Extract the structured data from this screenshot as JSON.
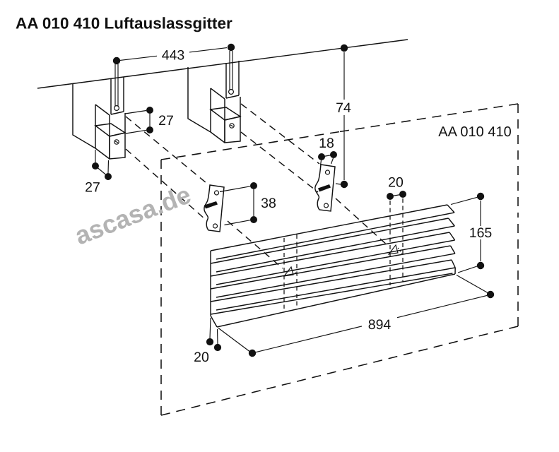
{
  "title": "AA 010 410 Luftauslassgitter",
  "part_label": "AA 010 410",
  "watermark": "ascasa.de",
  "dimensions": {
    "hanger_spacing": "443",
    "hanger_pin_offset": "27",
    "hanger_foot_offset": "27",
    "ceiling_to_clip": "74",
    "clip_width": "18",
    "clip_height": "38",
    "grille_top_inset": "20",
    "grille_height": "165",
    "grille_width": "894",
    "grille_bottom_inset": "20"
  },
  "colors": {
    "line": "#111111",
    "watermark": "#b3b3b3",
    "background": "#ffffff"
  }
}
